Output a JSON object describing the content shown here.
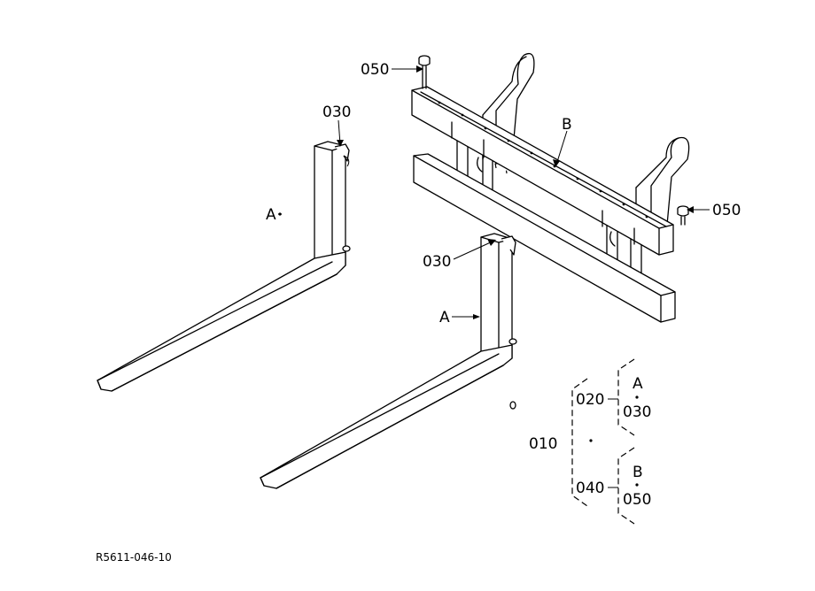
{
  "labels": {
    "bolt_top": "050",
    "bolt_right": "050",
    "stopper_left": "030",
    "stopper_right": "030",
    "frame": "B",
    "fork_left": "A",
    "fork_right": "A"
  },
  "legend": {
    "root": "010",
    "group_a": "020",
    "group_a_letter": "A",
    "group_a_part": "030",
    "group_b": "040",
    "group_b_letter": "B",
    "group_b_part": "050"
  },
  "figure_code": "R5611-046-10"
}
